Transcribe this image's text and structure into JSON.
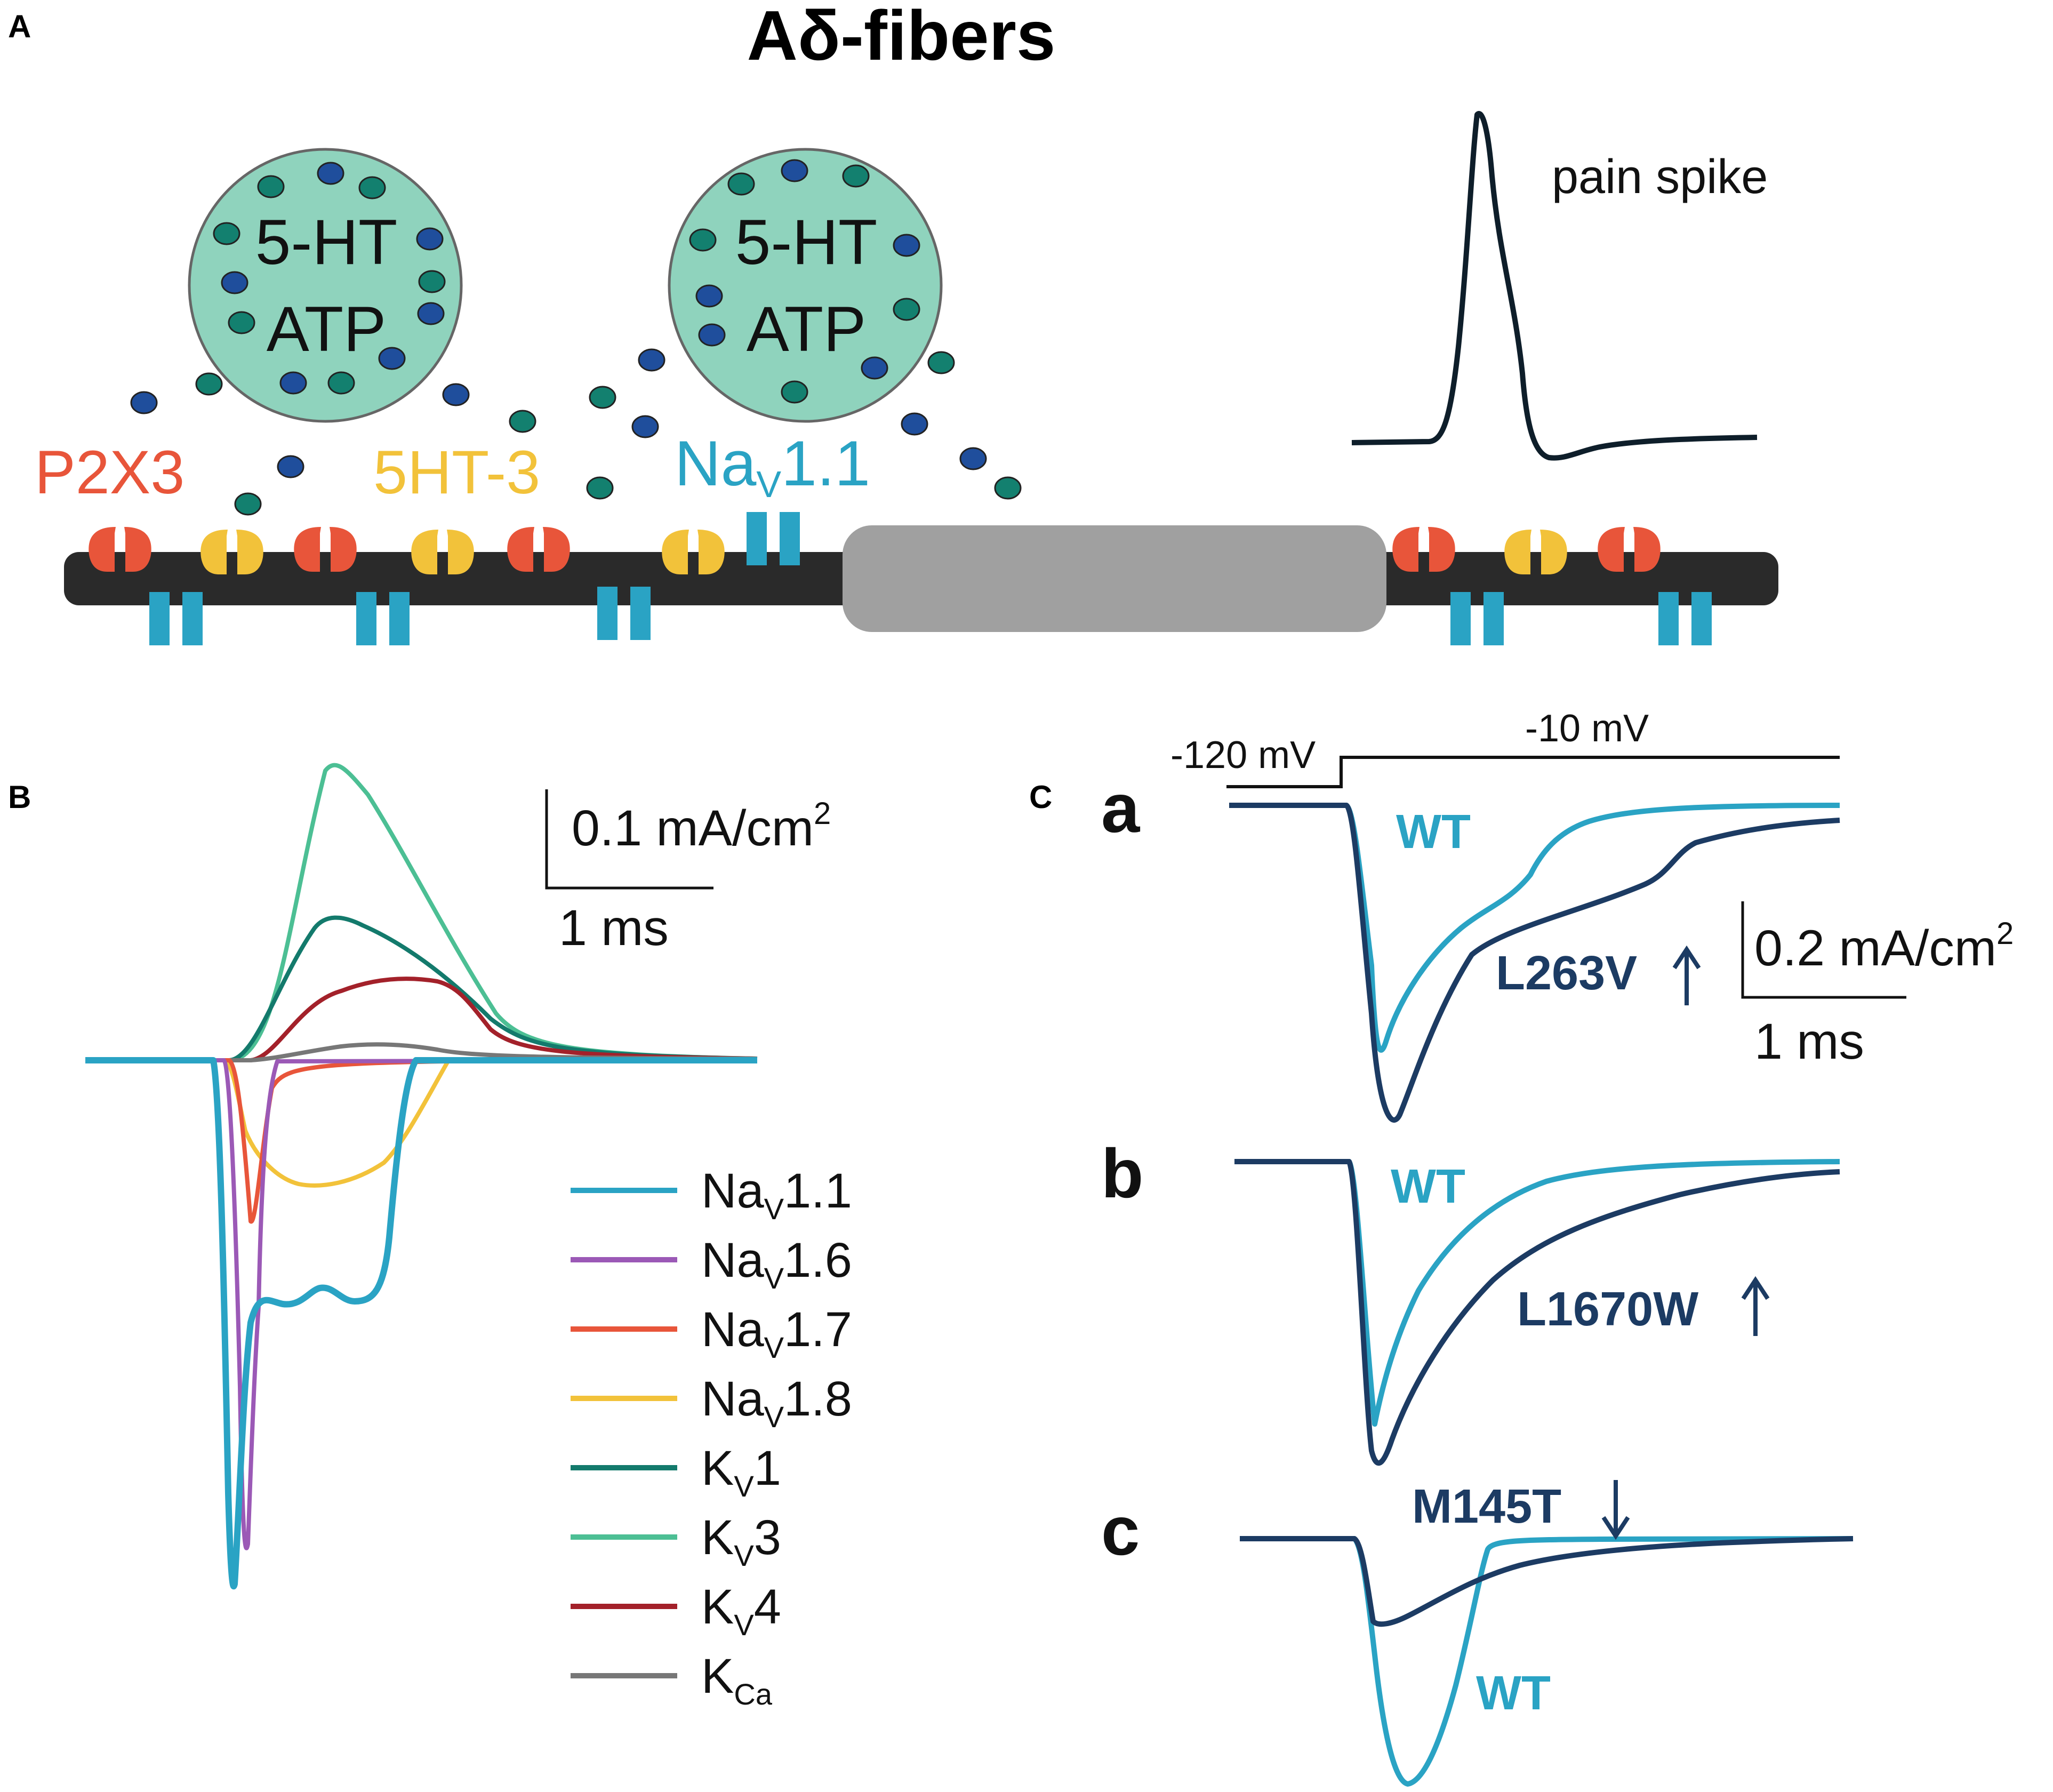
{
  "panel_a": {
    "letter": "A",
    "title": "Aδ-fibers",
    "vesicle_text_1": "5-HT",
    "vesicle_text_2": "ATP",
    "receptor_p2x3": "P2X3",
    "receptor_5ht3": "5HT-3",
    "channel_main": "Na",
    "channel_sub": "V",
    "channel_num": "1.1",
    "spike_label": "pain spike",
    "colors": {
      "p2x3": "#e8553a",
      "ht3": "#f2c23a",
      "nav": "#2aa3c4",
      "vesicle": "#8fd3bd",
      "dot_dark": "#1f4e9c",
      "dot_teal": "#13806f",
      "axon": "#2a2a2a",
      "myelin": "#a0a0a0"
    }
  },
  "panel_b": {
    "letter": "B",
    "scale_y": "0.1 mA/cm",
    "scale_y_sup": "2",
    "scale_x": "1 ms",
    "legend": [
      {
        "main": "Na",
        "sub": "V",
        "rest": "1.1",
        "color": "#2aa3c4"
      },
      {
        "main": "Na",
        "sub": "V",
        "rest": "1.6",
        "color": "#9b59b6"
      },
      {
        "main": "Na",
        "sub": "V",
        "rest": "1.7",
        "color": "#e8553a"
      },
      {
        "main": "Na",
        "sub": "V",
        "rest": "1.8",
        "color": "#f2c23a"
      },
      {
        "main": "K",
        "sub": "V",
        "rest": "1",
        "color": "#137a6c"
      },
      {
        "main": "K",
        "sub": "V",
        "rest": "3",
        "color": "#4cbf94"
      },
      {
        "main": "K",
        "sub": "V",
        "rest": "4",
        "color": "#a3212a"
      },
      {
        "main": "K",
        "sub": "Ca",
        "rest": "",
        "color": "#777777"
      }
    ]
  },
  "panel_c": {
    "letter": "C",
    "v_hold": "-120 mV",
    "v_step": "-10 mV",
    "scale_y": "0.2 mA/cm",
    "scale_y_sup": "2",
    "scale_x": "1 ms",
    "sub_a": "a",
    "sub_b": "b",
    "sub_c": "c",
    "wt": "WT",
    "mut_a": "L263V",
    "mut_b": "L1670W",
    "mut_c": "M145T",
    "colors": {
      "wt": "#2aa3c4",
      "mut": "#1c3b63"
    }
  }
}
